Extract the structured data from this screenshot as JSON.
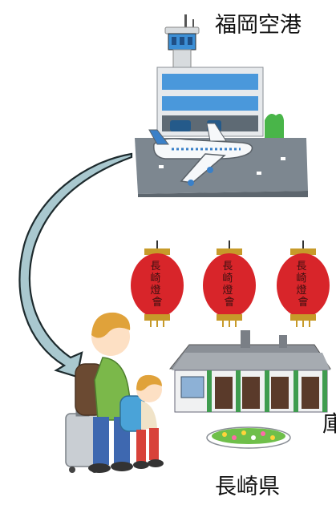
{
  "labels": {
    "airport": "福岡空港",
    "prefecture": "長崎県",
    "cut_off_glyph": "庫"
  },
  "lanterns": {
    "text_lines": [
      "長",
      "崎",
      "燈",
      "會"
    ],
    "count": 3
  },
  "colors": {
    "arrow_fill": "#a9c8cf",
    "arrow_stroke": "#1d2a2d",
    "lantern_red": "#d8252a",
    "lantern_gold": "#c79a2a",
    "building_blue": "#5ba6e0",
    "ground_gray": "#7d8790"
  },
  "icons": [
    "airport-tower-icon",
    "airplane-icon",
    "lantern-icon",
    "traveler-icon",
    "historic-house-icon",
    "flower-bed-icon"
  ]
}
